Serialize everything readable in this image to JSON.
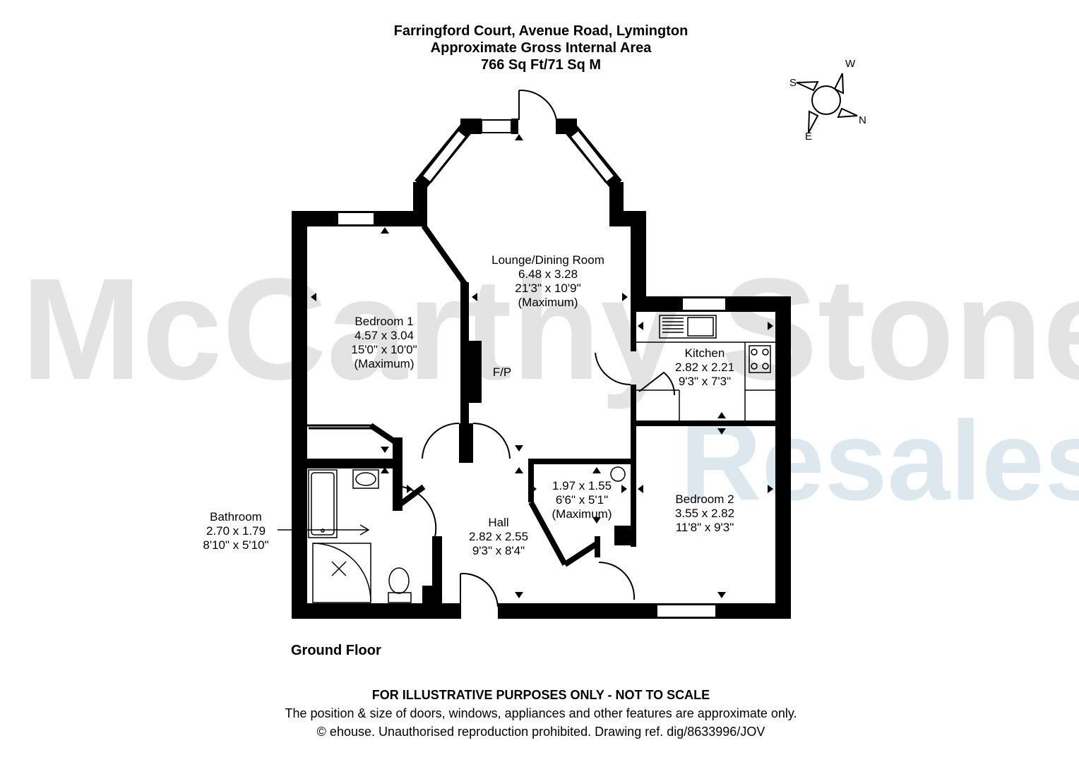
{
  "header": {
    "title": "Farringford Court, Avenue Road, Lymington",
    "subtitle": "Approximate Gross Internal Area",
    "area": "766 Sq Ft/71 Sq M"
  },
  "watermark": {
    "line1": "McCarthy Stone",
    "line2": "Resales",
    "color1": "#e3e3e3",
    "color2": "#dde8ee"
  },
  "compass": {
    "w": "W",
    "s": "S",
    "n": "N",
    "e": "E"
  },
  "rooms": {
    "lounge": {
      "name": "Lounge/Dining Room",
      "metric": "6.48 x 3.28",
      "imperial": "21'3\" x 10'9\"",
      "note": "(Maximum)"
    },
    "bedroom1": {
      "name": "Bedroom 1",
      "metric": "4.57 x 3.04",
      "imperial": "15'0\" x 10'0\"",
      "note": "(Maximum)"
    },
    "kitchen": {
      "name": "Kitchen",
      "metric": "2.82 x 2.21",
      "imperial": "9'3\" x 7'3\""
    },
    "bathroom": {
      "name": "Bathroom",
      "metric": "2.70 x 1.79",
      "imperial": "8'10\" x 5'10\""
    },
    "hall": {
      "name": "Hall",
      "metric": "2.82 x 2.55",
      "imperial": "9'3\" x 8'4\""
    },
    "store": {
      "metric": "1.97 x 1.55",
      "imperial": "6'6\" x 5'1\"",
      "note": "(Maximum)"
    },
    "bedroom2": {
      "name": "Bedroom 2",
      "metric": "3.55 x 2.82",
      "imperial": "11'8\" x 9'3\""
    },
    "fireplace": "F/P"
  },
  "floor_label": "Ground Floor",
  "footer": {
    "disclaimer": "FOR ILLUSTRATIVE PURPOSES ONLY - NOT TO SCALE",
    "note": "The position & size of doors, windows, appliances and other features are approximate only.",
    "copyright": "© ehouse. Unauthorised reproduction prohibited. Drawing ref. dig/8633996/JOV"
  }
}
